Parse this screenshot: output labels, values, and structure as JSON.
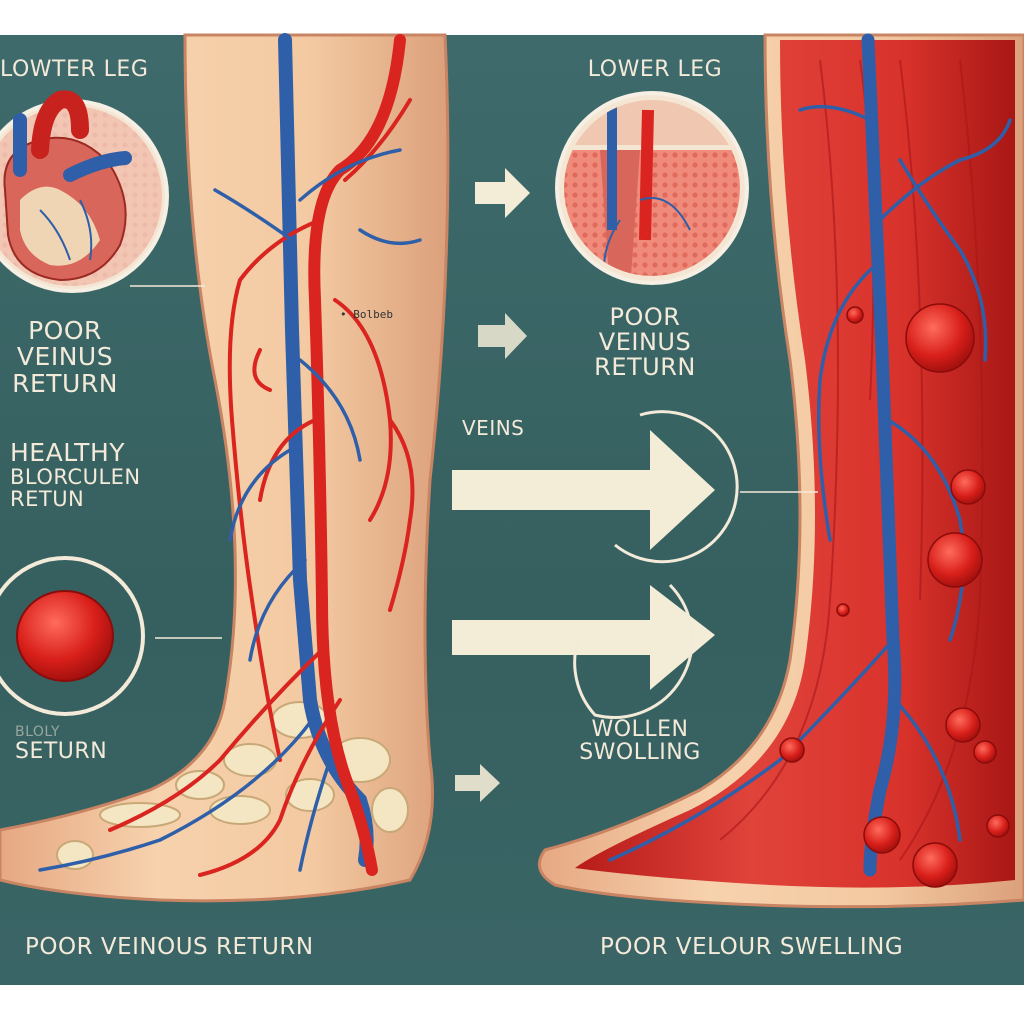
{
  "left": {
    "top_label": "LOWTER LEG",
    "poor_label": [
      "POOR",
      "VEINUS",
      "RETURN"
    ],
    "healthy_label": [
      "HEALTHY",
      "BLORCULEN",
      "RETUN"
    ],
    "setturn_label": [
      "BLOLY",
      "SETURN"
    ],
    "small_tag": "• Bolbeb",
    "bottom_caption": "POOR VEINOUS RETURN"
  },
  "right": {
    "top_label": "LOWER LEG",
    "poor_label": [
      "POOR",
      "VEINUS",
      "RETURN"
    ],
    "veins_label": "VEINS",
    "swelling_label": [
      "WOLLEN",
      "SWOLLING"
    ],
    "bottom_caption": "POOR VELOUR SWELLING"
  },
  "colors": {
    "background": "#3e6a6c",
    "skin": "#f1c8a0",
    "artery": "#d9241f",
    "vein": "#2f5fa8",
    "muscle": "#d7302a",
    "label": "#f3ead9",
    "arrow": "#f3ecd6"
  },
  "icons": [
    "heart-icon",
    "blood-cell-icon",
    "tissue-icon",
    "bone-icon",
    "arrow-right-icon"
  ]
}
